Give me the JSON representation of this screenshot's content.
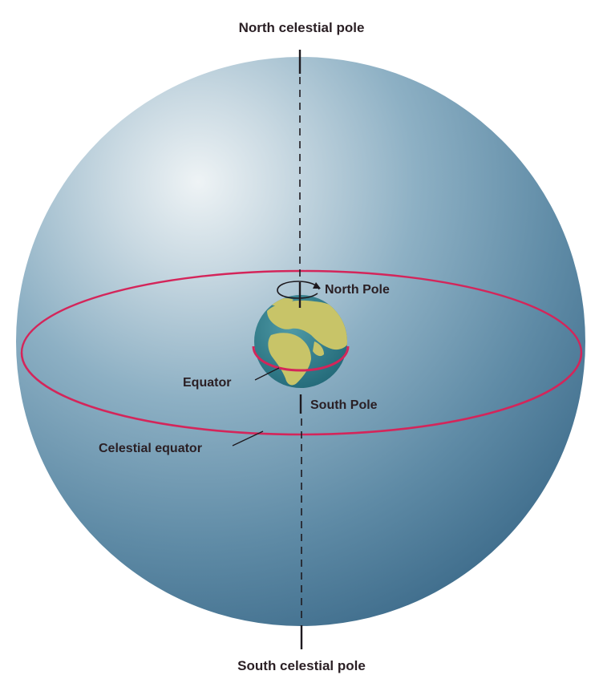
{
  "labels": {
    "north_celestial_pole": "North celestial pole",
    "south_celestial_pole": "South celestial pole",
    "north_pole": "North Pole",
    "south_pole": "South Pole",
    "equator": "Equator",
    "celestial_equator": "Celestial equator"
  },
  "colors": {
    "background": "#ffffff",
    "celestial_sphere_highlight": "#e6eef2",
    "celestial_sphere_mid": "#7fa3b8",
    "celestial_sphere_edge": "#3f6d8c",
    "equator_ring": "#d4255a",
    "axis": "#1e1a1f",
    "earth_ocean": "#2f7f8f",
    "earth_land": "#c8c468",
    "label_text": "#2a1f24"
  },
  "icons": {
    "rotation": "rotation-arrow-icon"
  }
}
